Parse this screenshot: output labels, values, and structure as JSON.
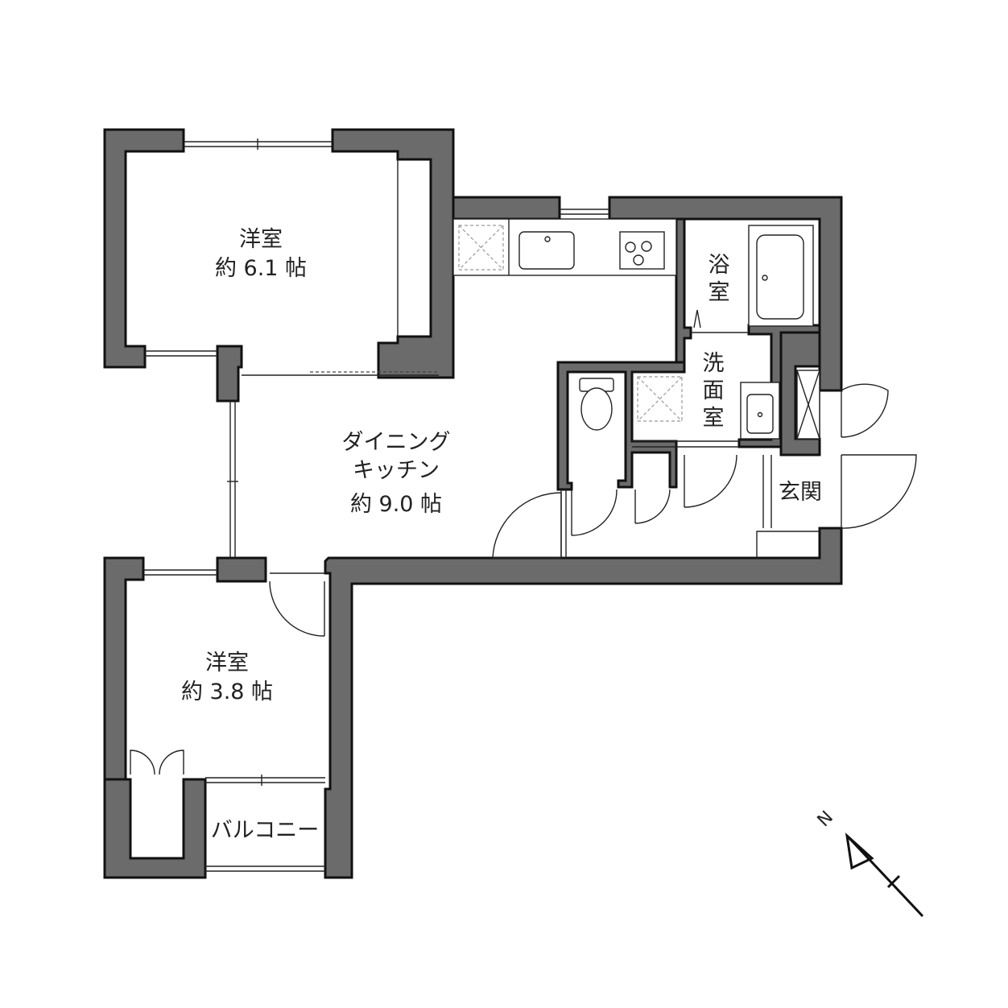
{
  "rooms": {
    "western_room_1": {
      "name": "洋室",
      "size": "約 6.1 帖"
    },
    "dining_kitchen": {
      "name_line1": "ダイニング",
      "name_line2": "キッチン",
      "size": "約 9.0 帖"
    },
    "western_room_2": {
      "name": "洋室",
      "size": "約 3.8 帖"
    },
    "bathroom": {
      "line1": "浴",
      "line2": "室"
    },
    "washroom": {
      "line1": "洗",
      "line2": "面",
      "line3": "室"
    },
    "entrance": {
      "name": "玄関"
    },
    "balcony": {
      "name": "バルコニー"
    }
  },
  "compass": {
    "north_label": "N"
  },
  "colors": {
    "wall": "#6b6b6b",
    "outline": "#111111",
    "background": "#ffffff"
  }
}
